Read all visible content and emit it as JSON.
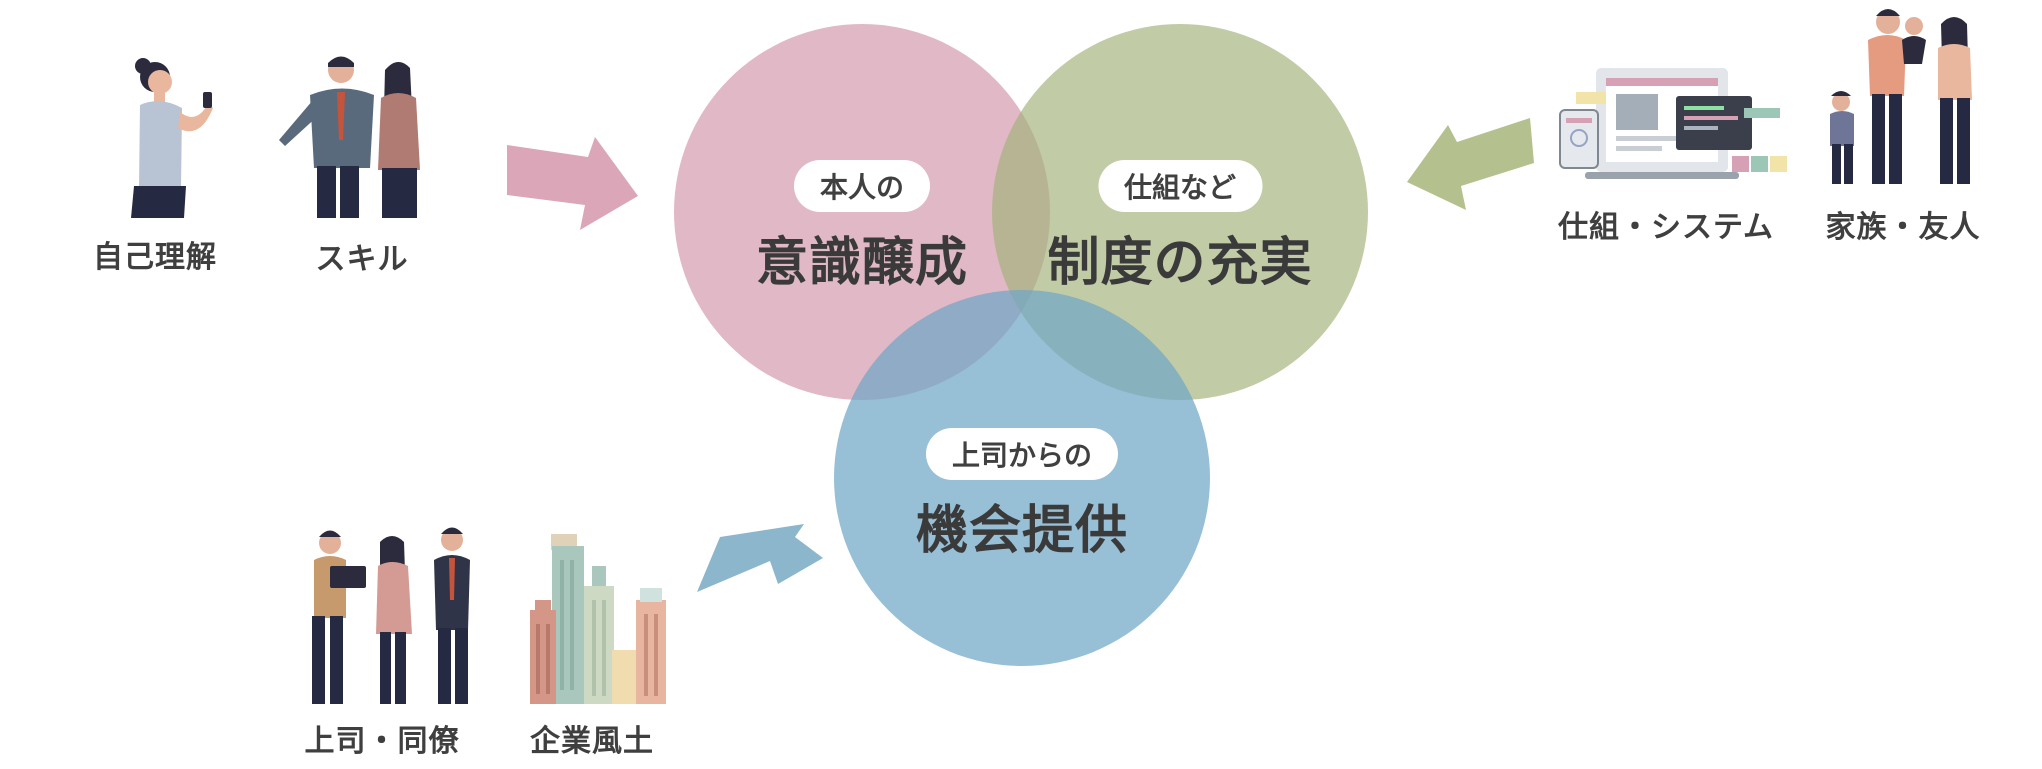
{
  "colors": {
    "pink": "#d9a4b5",
    "green": "#b3bf8f",
    "blue": "#84b6cf"
  },
  "circles": {
    "pink": {
      "pill": "本人の",
      "title": "意識醸成"
    },
    "green": {
      "pill": "仕組など",
      "title": "制度の充実"
    },
    "blue": {
      "pill": "上司からの",
      "title": "機会提供"
    }
  },
  "sources": {
    "self_understanding": "自己理解",
    "skill": "スキル",
    "system": "仕組・システム",
    "family": "家族・友人",
    "boss_colleagues": "上司・同僚",
    "corporate_culture": "企業風土"
  },
  "icons": [
    "woman-phone-icon",
    "business-pair-icon",
    "devices-icon",
    "family-icon",
    "team-icon",
    "buildings-icon"
  ]
}
